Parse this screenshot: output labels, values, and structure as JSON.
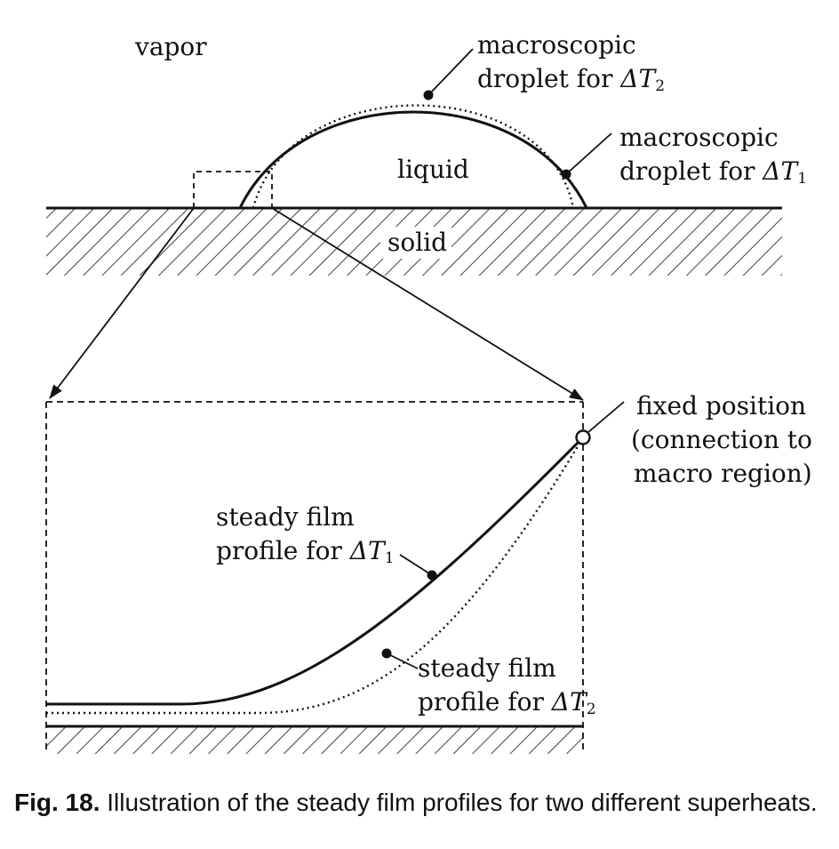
{
  "labels": {
    "vapor": "vapor",
    "liquid": "liquid",
    "solid": "solid",
    "macro_t2_line1": "macroscopic",
    "macro_t2_line2": "droplet for ",
    "macro_t1_line1": "macroscopic",
    "macro_t1_line2": "droplet for ",
    "fixed_line1": "fixed position",
    "fixed_line2": "(connection to",
    "fixed_line3": "macro region)",
    "film_t1_line1": "steady film",
    "film_t1_line2": "profile for ",
    "film_t2_line1": "steady film",
    "film_t2_line2": "profile for ",
    "delta_t": "ΔT",
    "sub_1": "1",
    "sub_2": "2"
  },
  "caption": {
    "label": "Fig. 18.",
    "text": " Illustration of the steady film profiles for two different superheats."
  },
  "colors": {
    "ink": "#111111",
    "background": "#ffffff"
  }
}
